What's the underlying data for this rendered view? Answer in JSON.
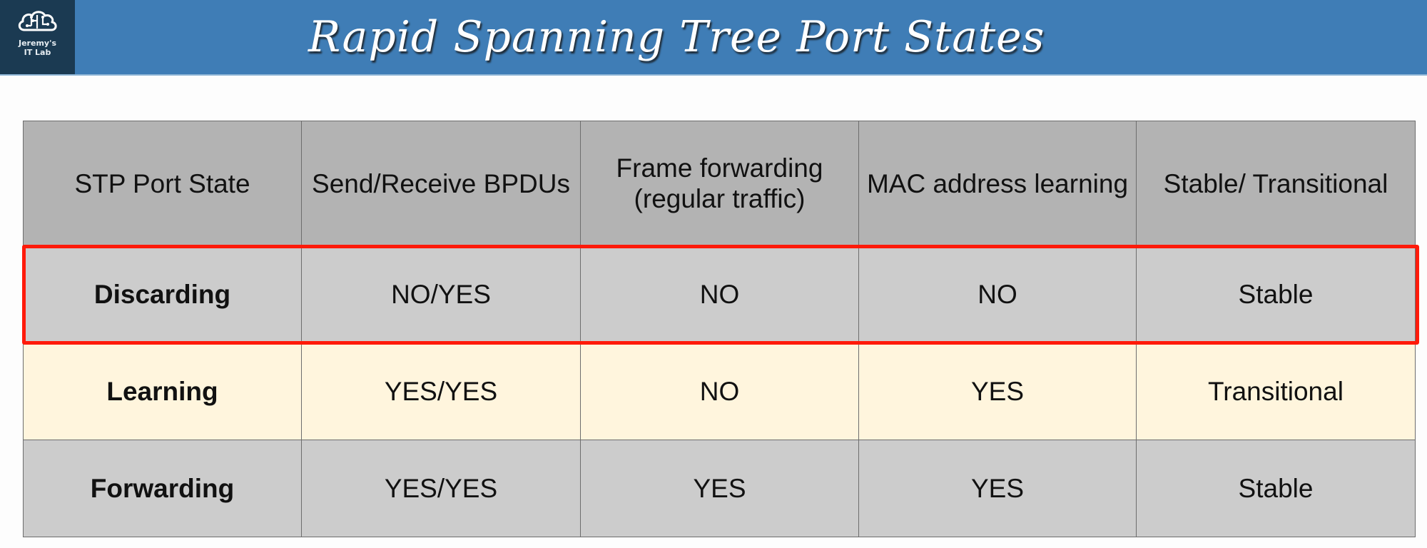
{
  "header": {
    "title": "Rapid Spanning Tree Port States",
    "logo": {
      "icon": "cloud-circuit-icon",
      "line1": "Jeremy's",
      "line2": "IT Lab"
    }
  },
  "colors": {
    "title_bar": "#3f7db6",
    "logo_bg": "#1b3a52",
    "header_row": "#b3b3b3",
    "gray_row": "#cccccc",
    "cream_row": "#fff5dd",
    "highlight": "#ff1a0a"
  },
  "table": {
    "columns": [
      "STP Port State",
      "Send/Receive BPDUs",
      "Frame forwarding (regular traffic)",
      "MAC address learning",
      "Stable/ Transitional"
    ],
    "rows": [
      {
        "state": "Discarding",
        "bpdus": "NO/YES",
        "forwarding": "NO",
        "mac_learning": "NO",
        "stability": "Stable",
        "highlighted": true
      },
      {
        "state": "Learning",
        "bpdus": "YES/YES",
        "forwarding": "NO",
        "mac_learning": "YES",
        "stability": "Transitional",
        "highlighted": false
      },
      {
        "state": "Forwarding",
        "bpdus": "YES/YES",
        "forwarding": "YES",
        "mac_learning": "YES",
        "stability": "Stable",
        "highlighted": false
      }
    ]
  }
}
